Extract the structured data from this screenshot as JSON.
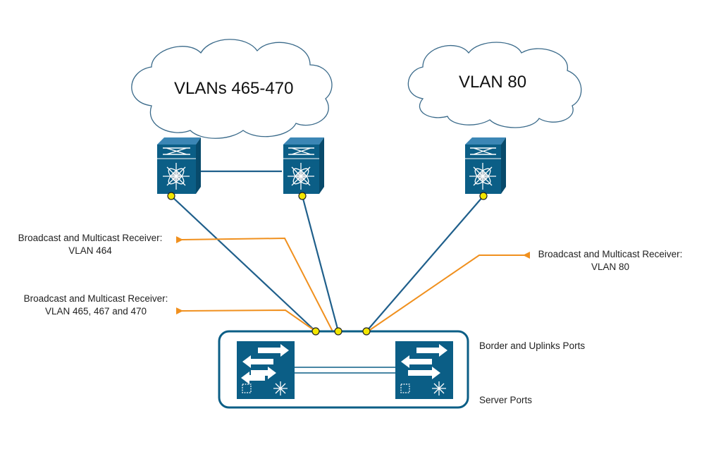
{
  "clouds": {
    "left": "VLANs 465-470",
    "right": "VLAN 80"
  },
  "receivers": {
    "r1": {
      "line1": "Broadcast and Multicast Receiver:",
      "line2": "VLAN 464"
    },
    "r2": {
      "line1": "Broadcast and Multicast Receiver:",
      "line2": "VLAN 465, 467 and 470"
    },
    "r3": {
      "line1": "Broadcast and Multicast Receiver:",
      "line2": "VLAN 80"
    }
  },
  "ports": {
    "border": "Border and Uplinks Ports",
    "server": "Server Ports"
  },
  "colors": {
    "link": "#1f5f8b",
    "device": "#0b5e86",
    "arrow": "#f0901e",
    "port": "#f2e600",
    "cloud_stroke": "#3a6a8a"
  }
}
